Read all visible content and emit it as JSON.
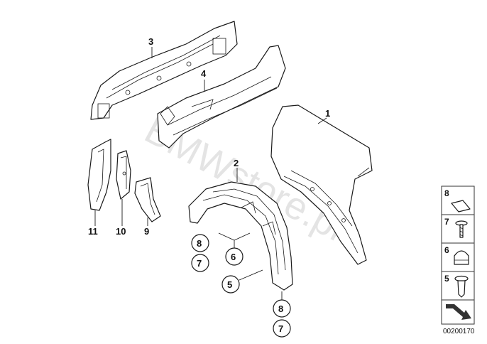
{
  "watermark": "BMWstore.pl",
  "callouts": {
    "p1": "1",
    "p2": "2",
    "p3": "3",
    "p4": "4",
    "p5": "5",
    "p6": "6",
    "p7a": "7",
    "p7b": "7",
    "p8a": "8",
    "p8b": "8",
    "p9": "9",
    "p10": "10",
    "p11": "11"
  },
  "legend": {
    "items": [
      "8",
      "7",
      "6",
      "5"
    ]
  },
  "footer_code": "00200170"
}
